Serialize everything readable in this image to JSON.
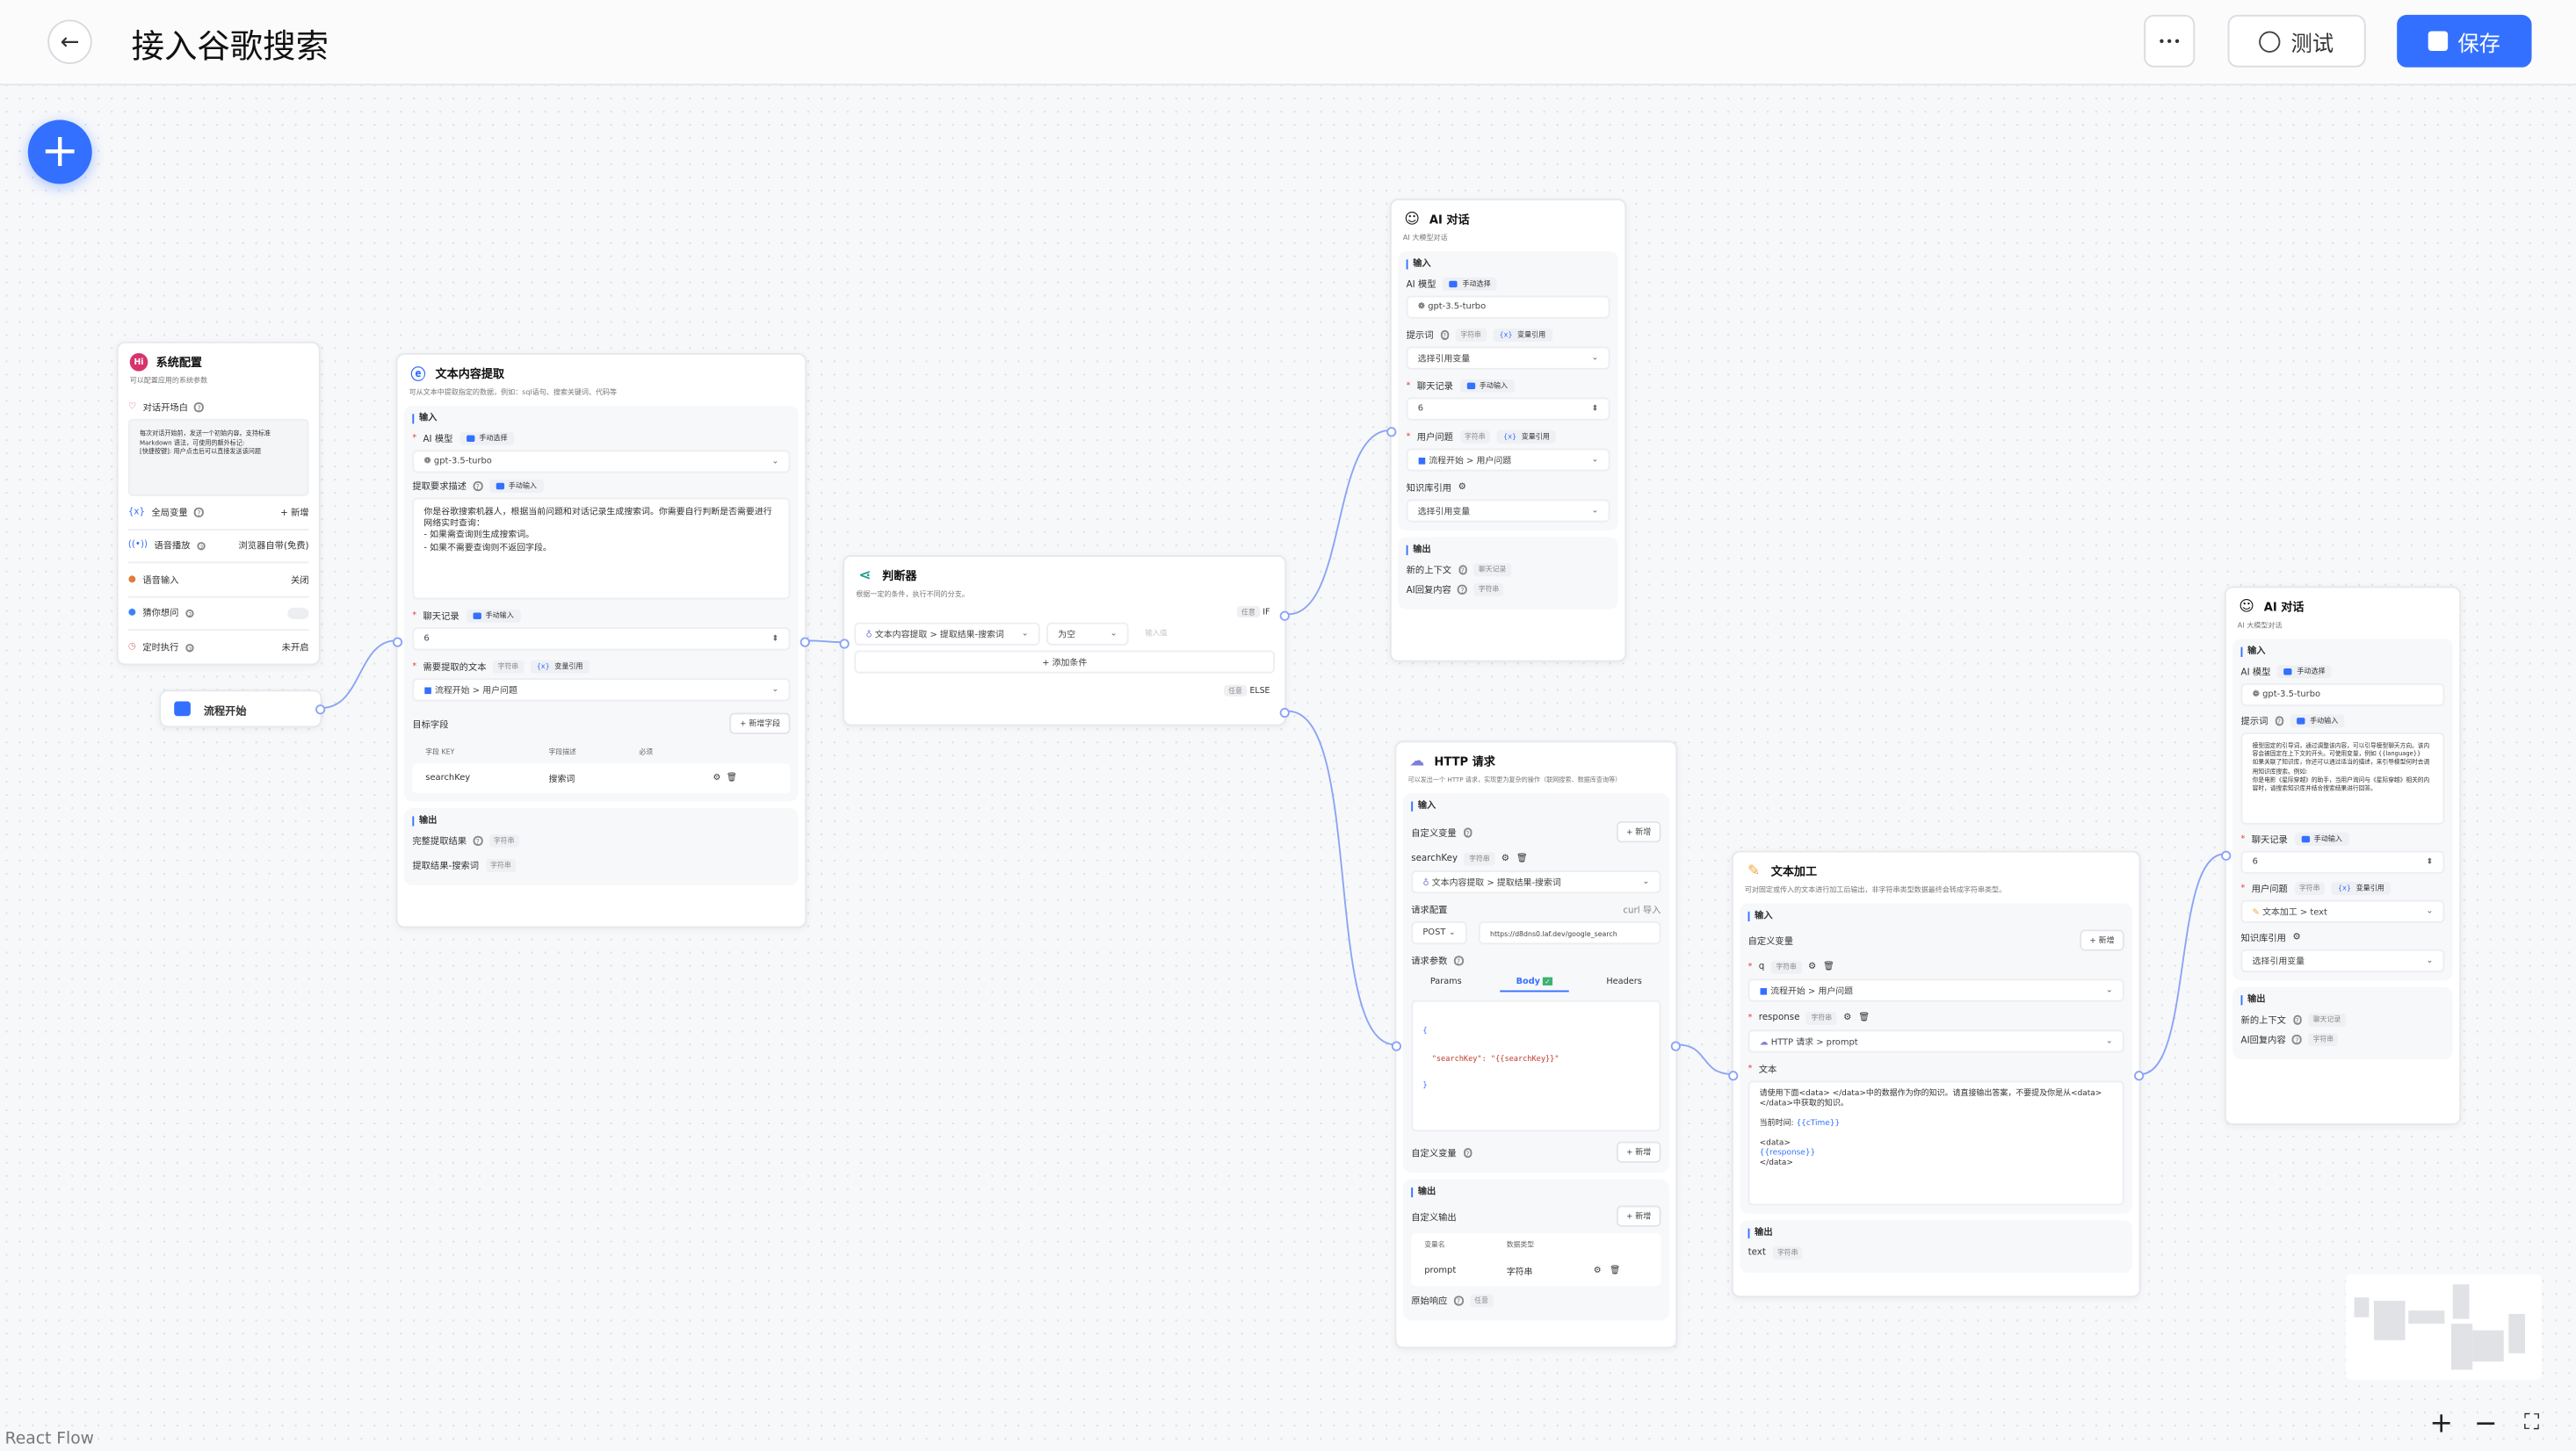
{
  "header": {
    "title": "接入谷歌搜索",
    "back_icon": "arrow-left",
    "more_label": "•••",
    "test_label": "测试",
    "save_label": "保存"
  },
  "colors": {
    "primary": "#3370ff",
    "canvas": "#f7f8fa",
    "edge": "#8aa4f5"
  },
  "system_config": {
    "title": "系统配置",
    "desc": "可以配置应用的系统参数",
    "opening_label": "对话开场白",
    "opening_placeholder": "每次对话开始前，发送一个初始内容。支持标准 Markdown 语法，可使用的额外标记:\n[快捷按键]: 用户点击后可以直接发送该问题",
    "global_vars": "全局变量",
    "global_vars_action": "+ 新增",
    "tts": "语音播放",
    "tts_value": "浏览器自带(免费)",
    "voice_input": "语音输入",
    "voice_input_value": "关闭",
    "guess": "猜你想问",
    "guess_enabled": false,
    "schedule": "定时执行",
    "schedule_value": "未开启"
  },
  "flow_start": {
    "title": "流程开始"
  },
  "extract": {
    "title": "文本内容提取",
    "desc": "可从文本中提取指定的数据，例如：sql语句、搜索关键词、代码等",
    "input": "输入",
    "model_label": "AI 模型",
    "manual_select": "手动选择",
    "model": "gpt-3.5-turbo",
    "desc_label": "提取要求描述",
    "manual_input": "手动输入",
    "prompt": "你是谷歌搜索机器人，根据当前问题和对话记录生成搜索词。你需要自行判断是否需要进行网络实时查询：\n- 如果需查询则生成搜索词。\n- 如果不需要查询则不返回字段。",
    "history_label": "聊天记录",
    "history": "6",
    "text_label": "需要提取的文本",
    "string_tag": "字符串",
    "var_ref": "变量引用",
    "text_ref": "流程开始",
    "text_ref_field": "用户问题",
    "target_label": "目标字段",
    "add_field": "+ 新增字段",
    "col_key": "字段 KEY",
    "col_desc": "字段描述",
    "col_required": "必须",
    "field_key": "searchKey",
    "field_desc": "搜索词",
    "output": "输出",
    "out1": "完整提取结果",
    "out2": "提取结果-搜索词"
  },
  "judge": {
    "title": "判断器",
    "desc": "根据一定的条件，执行不同的分支。",
    "any": "任意",
    "if": "IF",
    "else": "ELSE",
    "cond_ref": "文本内容提取",
    "cond_field": "提取结果-搜索词",
    "operator": "为空",
    "value_placeholder": "输入值",
    "add_condition": "+  添加条件"
  },
  "ai1": {
    "title": "AI 对话",
    "desc": "AI 大模型对话",
    "input": "输入",
    "model_label": "AI 模型",
    "manual_select": "手动选择",
    "model": "gpt-3.5-turbo",
    "prompt_label": "提示词",
    "string_tag": "字符串",
    "var_ref": "变量引用",
    "prompt_select": "选择引用变量",
    "history_label": "聊天记录",
    "manual_input": "手动输入",
    "history": "6",
    "question_label": "用户问题",
    "question_ref": "流程开始",
    "question_field": "用户问题",
    "kb_label": "知识库引用",
    "kb_select": "选择引用变量",
    "output": "输出",
    "out1": "新的上下文",
    "out1_tag": "聊天记录",
    "out2": "AI回复内容"
  },
  "http": {
    "title": "HTTP 请求",
    "desc": "可以发出一个 HTTP 请求，实现更为复杂的操作（联网搜索、数据库查询等）",
    "input": "输入",
    "custom_vars": "自定义变量",
    "add": "+ 新增",
    "var_name": "searchKey",
    "string_tag": "字符串",
    "var_ref": "文本内容提取",
    "var_field": "提取结果-搜索词",
    "req_config": "请求配置",
    "curl_import": "curl 导入",
    "method": "POST",
    "url": "https://d8dns0.laf.dev/google_search",
    "req_params": "请求参数",
    "tabs": [
      "Params",
      "Body",
      "Headers"
    ],
    "active_tab": "Body",
    "body_lines": [
      "{",
      "  \"searchKey\": \"{{searchKey}}\"",
      "}"
    ],
    "output": "输出",
    "custom_output": "自定义输出",
    "col_name": "变量名",
    "col_type": "数据类型",
    "out_name": "prompt",
    "out_type": "字符串",
    "raw_response": "原始响应",
    "any": "任意"
  },
  "textproc": {
    "title": "文本加工",
    "desc": "可对固定或传入的文本进行加工后输出，非字符串类型数据最终会转成字符串类型。",
    "input": "输入",
    "custom_vars": "自定义变量",
    "add": "+ 新增",
    "var1": "q",
    "var2": "response",
    "string_tag": "字符串",
    "var1_ref": "流程开始",
    "var1_field": "用户问题",
    "var2_ref": "HTTP 请求",
    "var2_field": "prompt",
    "text_label": "文本",
    "text_l1": "请使用下面<data> </data>中的数据作为你的知识。请直接输出答案，不要提及你是从<data> </data>中获取的知识。",
    "text_l2": "当前时间: ",
    "text_var1": "{{cTime}}",
    "text_l3": "<data>",
    "text_var2": "{{response}}",
    "text_l4": "</data>",
    "output": "输出",
    "out1": "text"
  },
  "ai2": {
    "title": "AI 对话",
    "desc": "AI 大模型对话",
    "input": "输入",
    "model_label": "AI 模型",
    "manual_select": "手动选择",
    "model": "gpt-3.5-turbo",
    "prompt_label": "提示词",
    "manual_input": "手动输入",
    "prompt_placeholder": "模型固定的引导词，通过调整该内容，可以引导模型聊天方向。该内容会被固定在上下文的开头。可使用变量，例如 {{language}}\n如果关联了知识库，你还可以通过适当的描述，来引导模型何时去调用知识库搜索。例如:\n你是电影《星际穿越》的助手，当用户询问与《星际穿越》相关的内容时，请搜索知识库并结合搜索结果进行回答。",
    "history_label": "聊天记录",
    "history": "6",
    "question_label": "用户问题",
    "string_tag": "字符串",
    "var_ref": "变量引用",
    "question_ref": "文本加工",
    "question_field": "text",
    "kb_label": "知识库引用",
    "kb_select": "选择引用变量",
    "output": "输出",
    "out1": "新的上下文",
    "out1_tag": "聊天记录",
    "out2": "AI回复内容"
  },
  "footer": {
    "attribution": "React Flow",
    "zoom_in": "+",
    "zoom_out": "−",
    "fit": "⛶"
  }
}
